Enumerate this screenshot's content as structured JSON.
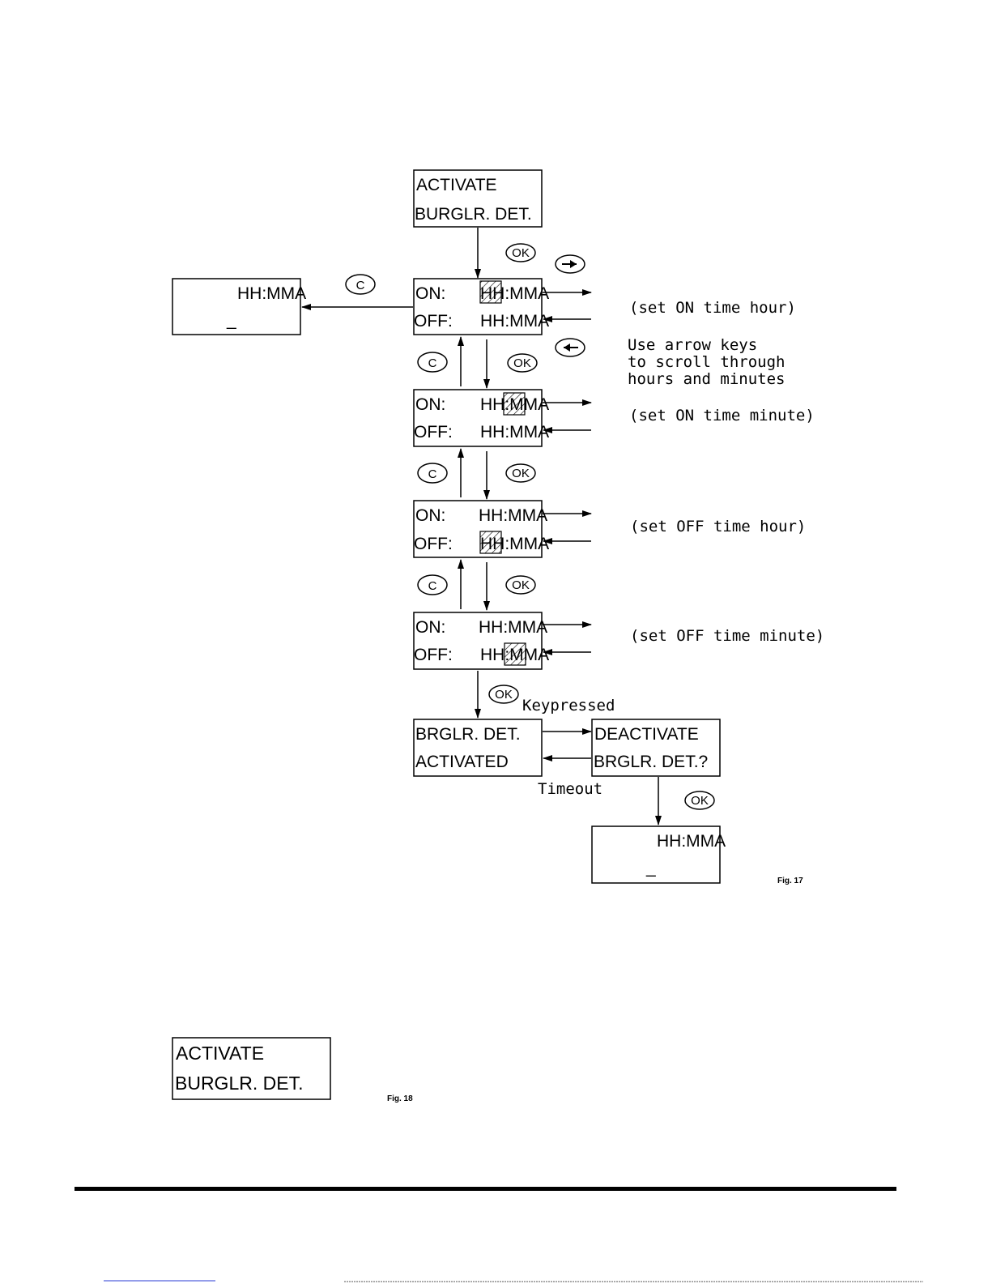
{
  "screens": {
    "activate": {
      "line1": "ACTIVATE",
      "line2": "BURGLR. DET."
    },
    "time_left": {
      "line1": "HH:MMA",
      "line2": "_"
    },
    "set_on_hour": {
      "on_label": "ON:",
      "on_value": "HH:MMA",
      "off_label": "OFF:",
      "off_value": "HH:MMA"
    },
    "set_on_minute": {
      "on_label": "ON:",
      "on_value": "HH:MMA",
      "off_label": "OFF:",
      "off_value": "HH:MMA"
    },
    "set_off_hour": {
      "on_label": "ON:",
      "on_value": "HH:MMA",
      "off_label": "OFF:",
      "off_value": "HH:MMA"
    },
    "set_off_minute": {
      "on_label": "ON:",
      "on_value": "HH:MMA",
      "off_label": "OFF:",
      "off_value": "HH:MMA"
    },
    "activated": {
      "line1": "BRGLR. DET.",
      "line2": "ACTIVATED"
    },
    "deactivate": {
      "line1": "DEACTIVATE",
      "line2": "BRGLR. DET.?"
    },
    "time_bottom": {
      "line1": "HH:MMA",
      "line2": "_"
    },
    "fig18_activate": {
      "line1": "ACTIVATE",
      "line2": "BURGLR. DET."
    }
  },
  "keys": {
    "ok": "OK",
    "c": "C"
  },
  "notes": {
    "set_on_hour": "(set ON time hour)",
    "arrow_keys_1": "Use arrow keys",
    "arrow_keys_2": "to scroll through",
    "arrow_keys_3": "hours and minutes",
    "set_on_minute": "(set ON time minute)",
    "set_off_hour": "(set OFF time hour)",
    "set_off_minute": "(set OFF time minute)",
    "keypressed": "Keypressed",
    "timeout": "Timeout"
  },
  "figures": {
    "fig17": "Fig. 17",
    "fig18": "Fig. 18"
  },
  "icons": {
    "right_arrow_key": "right-arrow-key-icon",
    "left_arrow_key": "left-arrow-key-icon"
  }
}
